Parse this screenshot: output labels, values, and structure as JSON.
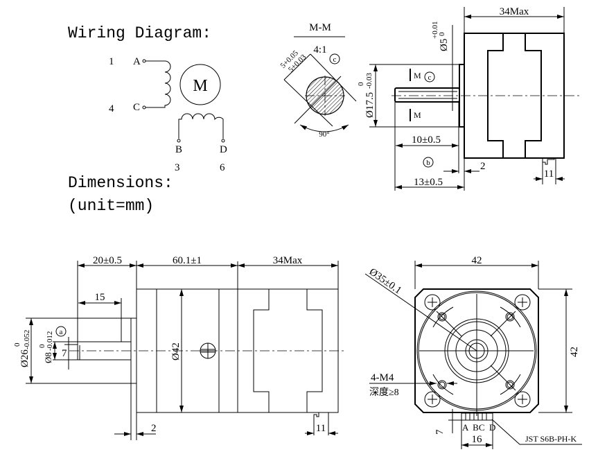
{
  "wiring": {
    "title": "Wiring Diagram:",
    "pins": [
      {
        "number": "1",
        "label": "A"
      },
      {
        "number": "4",
        "label": "C"
      },
      {
        "number": "3",
        "label": "B"
      },
      {
        "number": "6",
        "label": "D"
      }
    ],
    "motor_label": "M"
  },
  "dimensions": {
    "title": "Dimensions:",
    "unit": "(unit=mm)"
  },
  "section": {
    "title": "M-M",
    "scale": "4:1",
    "ref": "c",
    "flat_upper": "5+0.05",
    "flat_lower": "5+0.03",
    "angle": "90°"
  },
  "side_view": {
    "length": "34Max",
    "shaft_dia": "Ø5",
    "shaft_tol_upper": "+0.01",
    "shaft_tol_lower": "0",
    "boss_dia": "Ø17.5",
    "boss_tol_upper": "0",
    "boss_tol_lower": "-0.03",
    "section_mark": "M",
    "ref_c": "c",
    "ref_b": "b",
    "shaft_len": "10±0.5",
    "flange": "2",
    "total_shaft": "13±0.5",
    "connector": "11"
  },
  "gear_view": {
    "gear_len": "20±0.5",
    "body_len": "60.1±1",
    "motor_len": "34Max",
    "key_len": "15",
    "ref_a": "a",
    "dia_26": "Ø26",
    "dia_26_tol_upper": "0",
    "dia_26_tol_lower": "-0.052",
    "dia_8": "Ø8",
    "dia_8_tol_upper": "0",
    "dia_8_tol_lower": "-0.012",
    "key_height": "7",
    "dia_42": "Ø42",
    "flange": "2",
    "connector": "11"
  },
  "front_view": {
    "width": "42",
    "height": "42",
    "pilot": "Ø35±0.1",
    "holes": "4-M4",
    "depth": "深度≥8",
    "offset": "7",
    "pins": "A  BC  D",
    "conn_width": "16",
    "connector_part": "JST S6B-PH-K"
  }
}
